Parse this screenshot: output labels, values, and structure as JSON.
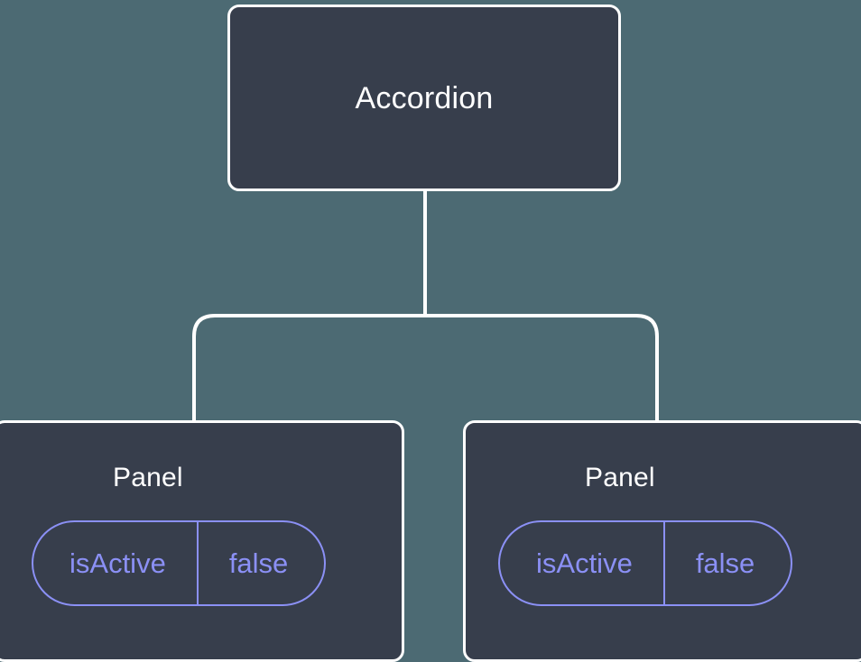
{
  "canvas": {
    "background_color": "#4C6A73",
    "node_fill_color": "#373E4C",
    "node_border_color": "#FFFFFF",
    "connector_color": "#FFFFFF",
    "badge_color": "#8B90F5",
    "title_color": "#FFFFFF"
  },
  "tree": {
    "root": {
      "title": "Accordion"
    },
    "children": [
      {
        "title": "Panel",
        "state": {
          "key": "isActive",
          "value": "false"
        }
      },
      {
        "title": "Panel",
        "state": {
          "key": "isActive",
          "value": "false"
        }
      }
    ]
  }
}
